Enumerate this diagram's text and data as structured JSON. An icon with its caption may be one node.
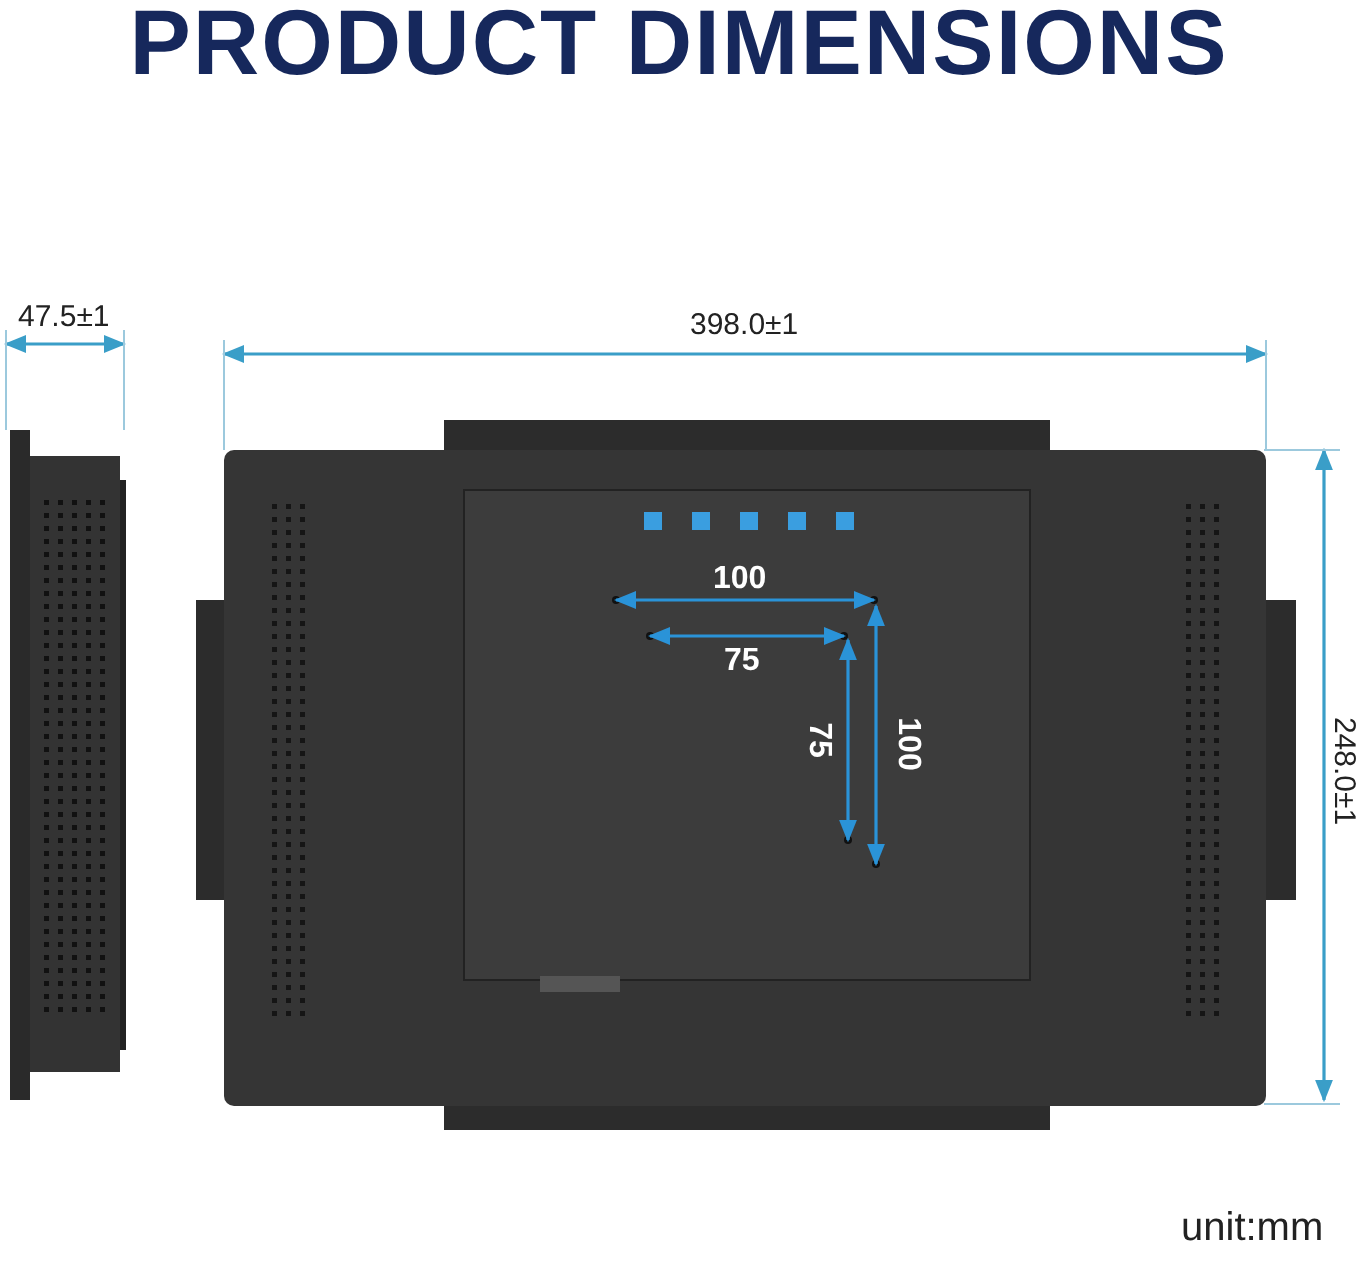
{
  "diagram": {
    "title": "PRODUCT DIMENSIONS",
    "labels": [
      "47.5±1",
      "398.0±1",
      "100",
      "75",
      "75",
      "100",
      "248.0±1",
      "unit:mm"
    ]
  }
}
